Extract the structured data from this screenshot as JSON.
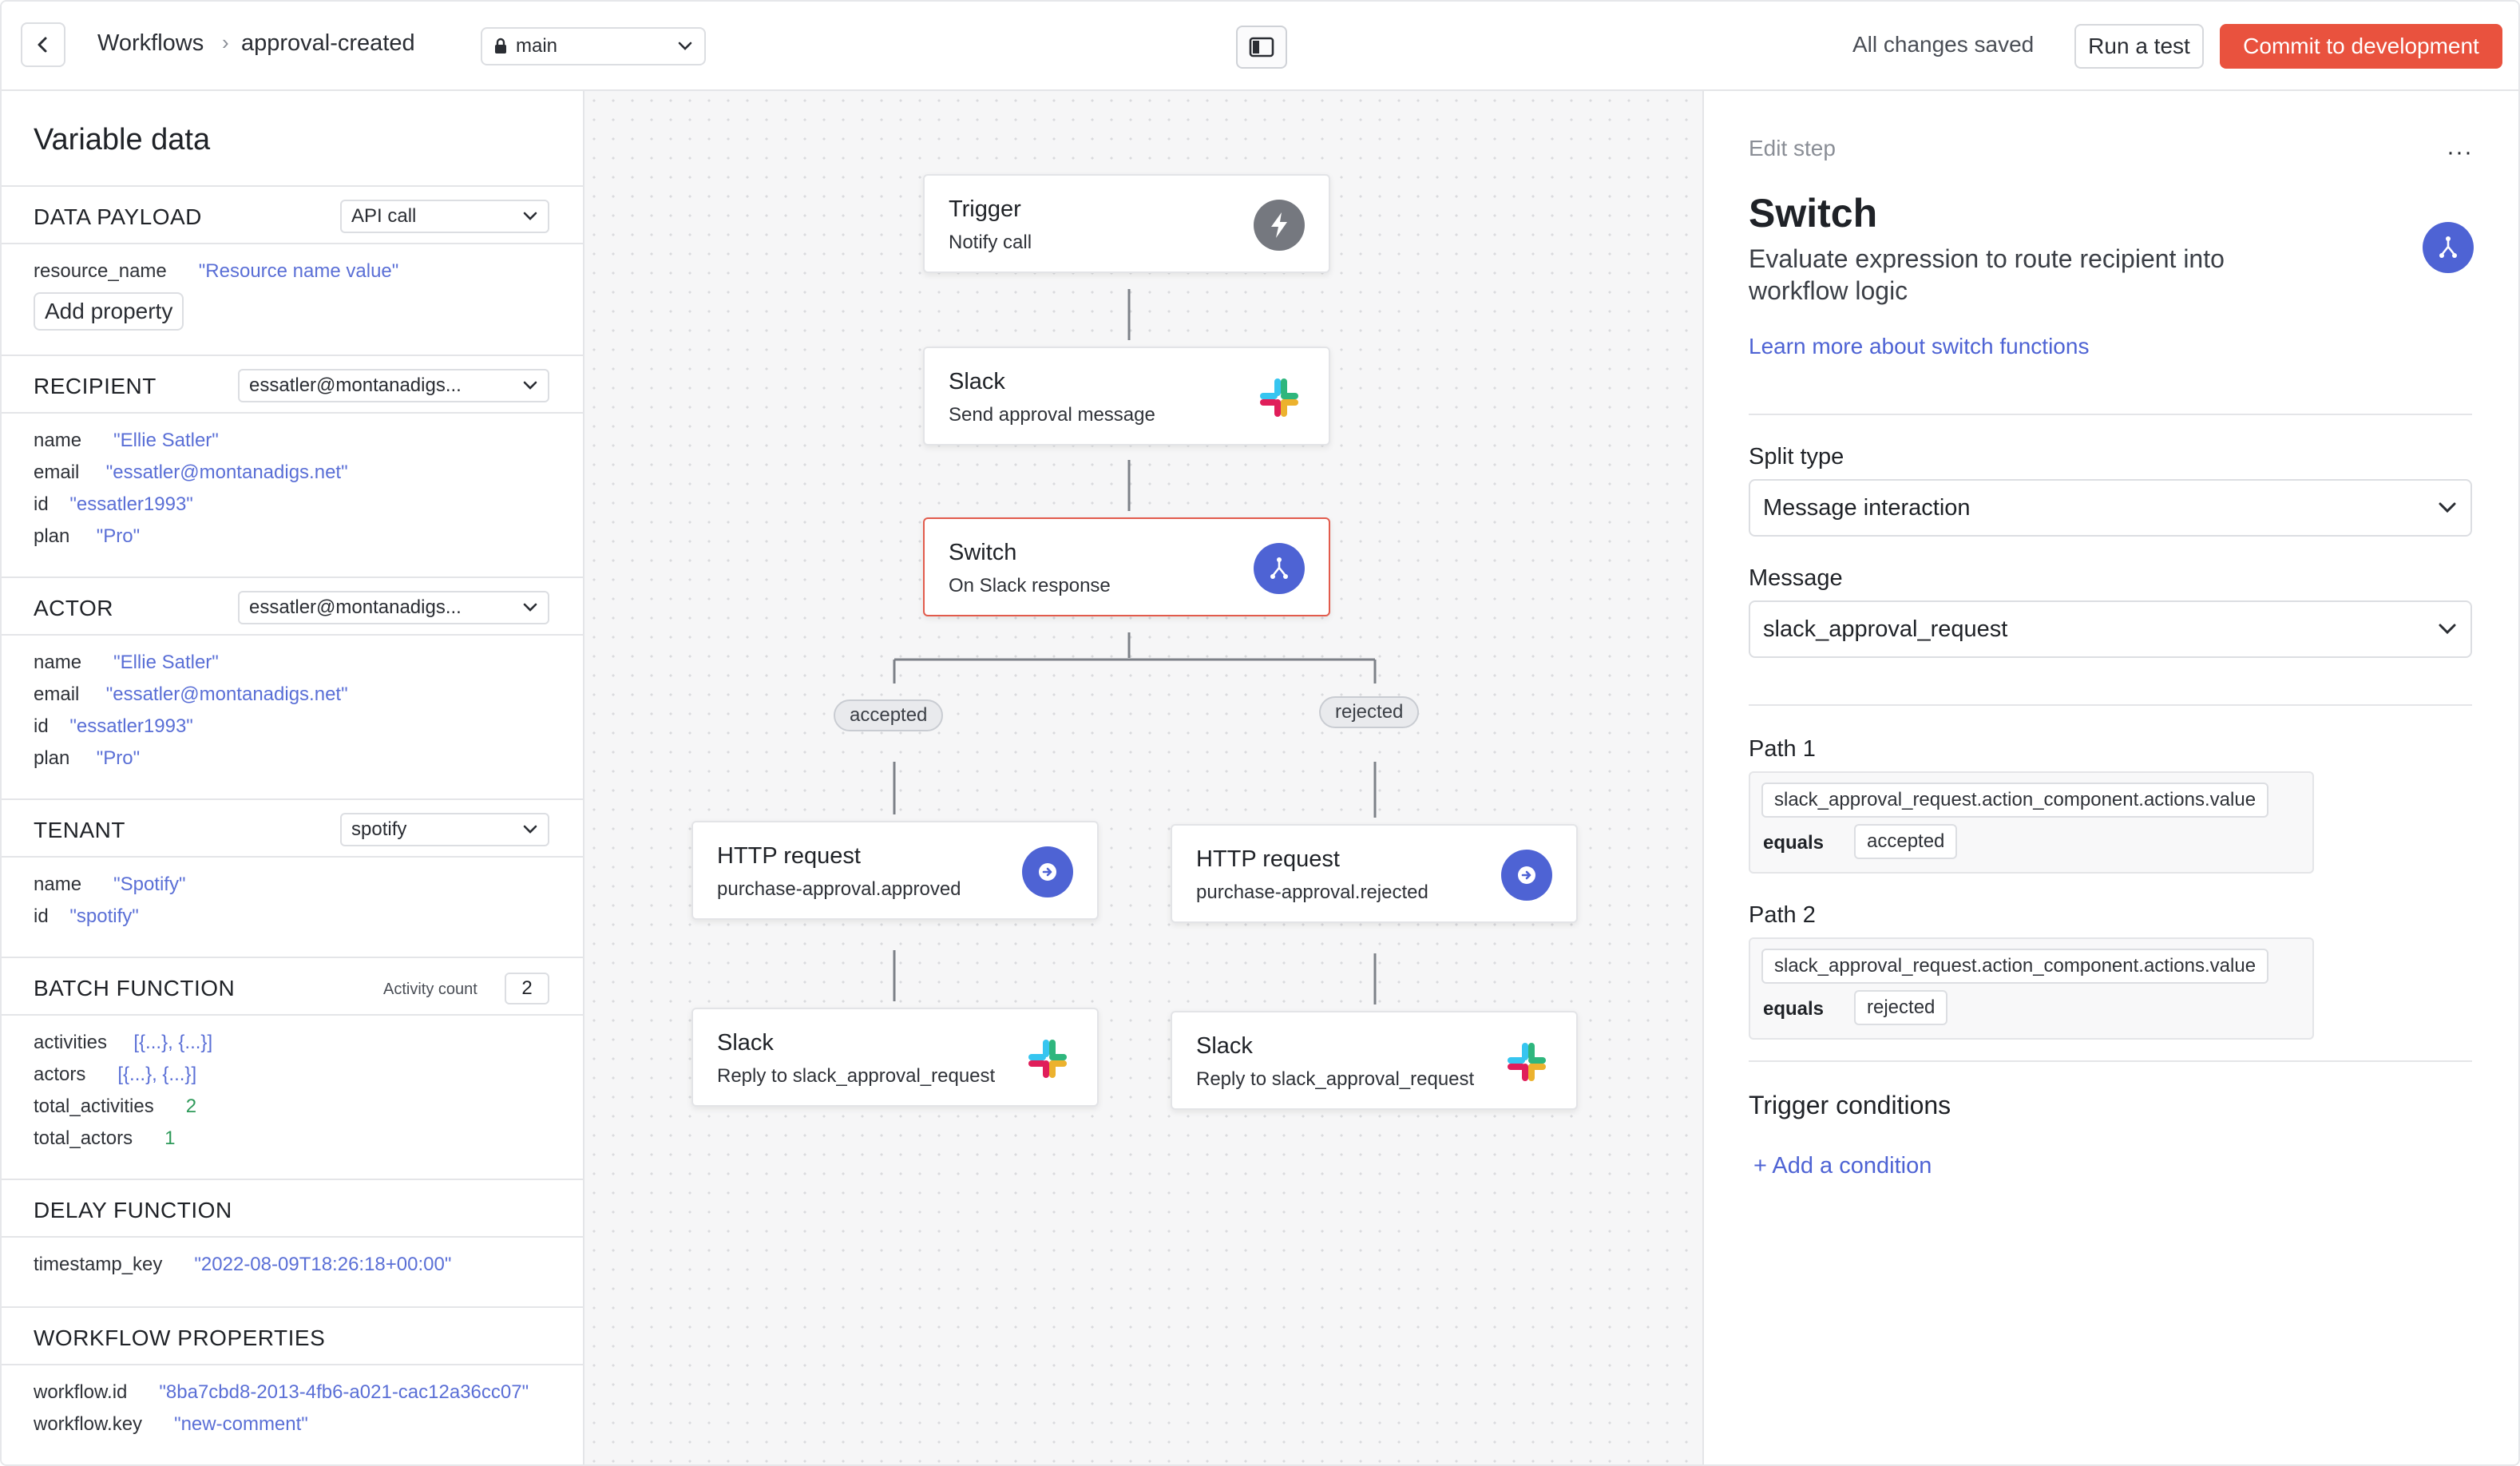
{
  "topbar": {
    "crumb_root": "Workflows",
    "crumb_sep": "›",
    "crumb_current": "approval-created",
    "branch": "main",
    "saved_status": "All changes saved",
    "run_test": "Run a test",
    "commit": "Commit to development"
  },
  "left": {
    "title": "Variable data",
    "data_payload": {
      "heading": "DATA PAYLOAD",
      "select": "API call",
      "rows": [
        {
          "k": "resource_name",
          "v": "\"Resource name value\""
        }
      ],
      "add_property": "Add property"
    },
    "recipient": {
      "heading": "RECIPIENT",
      "select": "essatler@montanadigs...",
      "rows": [
        {
          "k": "name",
          "v": "\"Ellie Satler\""
        },
        {
          "k": "email",
          "v": "\"essatler@montanadigs.net\""
        },
        {
          "k": "id",
          "v": "\"essatler1993\""
        },
        {
          "k": "plan",
          "v": "\"Pro\""
        }
      ]
    },
    "actor": {
      "heading": "ACTOR",
      "select": "essatler@montanadigs...",
      "rows": [
        {
          "k": "name",
          "v": "\"Ellie Satler\""
        },
        {
          "k": "email",
          "v": "\"essatler@montanadigs.net\""
        },
        {
          "k": "id",
          "v": "\"essatler1993\""
        },
        {
          "k": "plan",
          "v": "\"Pro\""
        }
      ]
    },
    "tenant": {
      "heading": "TENANT",
      "select": "spotify",
      "rows": [
        {
          "k": "name",
          "v": "\"Spotify\""
        },
        {
          "k": "id",
          "v": "\"spotify\""
        }
      ]
    },
    "batch": {
      "heading": "BATCH FUNCTION",
      "activity_count_label": "Activity count",
      "activity_count": "2",
      "rows": [
        {
          "k": "activities",
          "v": "[{...}, {...}]"
        },
        {
          "k": "actors",
          "v": "[{...}, {...}]"
        },
        {
          "k": "total_activities",
          "v": "2"
        },
        {
          "k": "total_actors",
          "v": "1"
        }
      ]
    },
    "delay": {
      "heading": "DELAY FUNCTION",
      "rows": [
        {
          "k": "timestamp_key",
          "v": "\"2022-08-09T18:26:18+00:00\""
        }
      ]
    },
    "workflow": {
      "heading": "WORKFLOW PROPERTIES",
      "rows": [
        {
          "k": "workflow.id",
          "v": "\"8ba7cbd8-2013-4fb6-a021-cac12a36cc07\""
        },
        {
          "k": "workflow.key",
          "v": "\"new-comment\""
        }
      ]
    }
  },
  "canvas": {
    "trigger": {
      "title": "Trigger",
      "sub": "Notify call"
    },
    "slack1": {
      "title": "Slack",
      "sub": "Send approval message"
    },
    "switch": {
      "title": "Switch",
      "sub": "On Slack response"
    },
    "accepted_label": "accepted",
    "rejected_label": "rejected",
    "http_accepted": {
      "title": "HTTP request",
      "sub": "purchase-approval.approved"
    },
    "http_rejected": {
      "title": "HTTP request",
      "sub": "purchase-approval.rejected"
    },
    "slack_accepted": {
      "title": "Slack",
      "sub": "Reply to slack_approval_request"
    },
    "slack_rejected": {
      "title": "Slack",
      "sub": "Reply to slack_approval_request"
    }
  },
  "right": {
    "edit_step": "Edit step",
    "more": "···",
    "title": "Switch",
    "description": "Evaluate expression to route recipient into workflow logic",
    "learn_more": "Learn more about switch functions",
    "split_type_label": "Split type",
    "split_type_value": "Message interaction",
    "message_label": "Message",
    "message_value": "slack_approval_request",
    "path1": {
      "label": "Path 1",
      "expr": "slack_approval_request.action_component.actions.value",
      "op": "equals",
      "value": "accepted"
    },
    "path2": {
      "label": "Path 2",
      "expr": "slack_approval_request.action_component.actions.value",
      "op": "equals",
      "value": "rejected"
    },
    "trigger_conditions": "Trigger conditions",
    "add_condition": "+ Add a condition"
  },
  "colors": {
    "accent": "#4e63d4",
    "commit": "#e9523e",
    "selected_border": "#e25b4c",
    "value_text": "#5a6fd6",
    "number_text": "#2f9a5a"
  }
}
